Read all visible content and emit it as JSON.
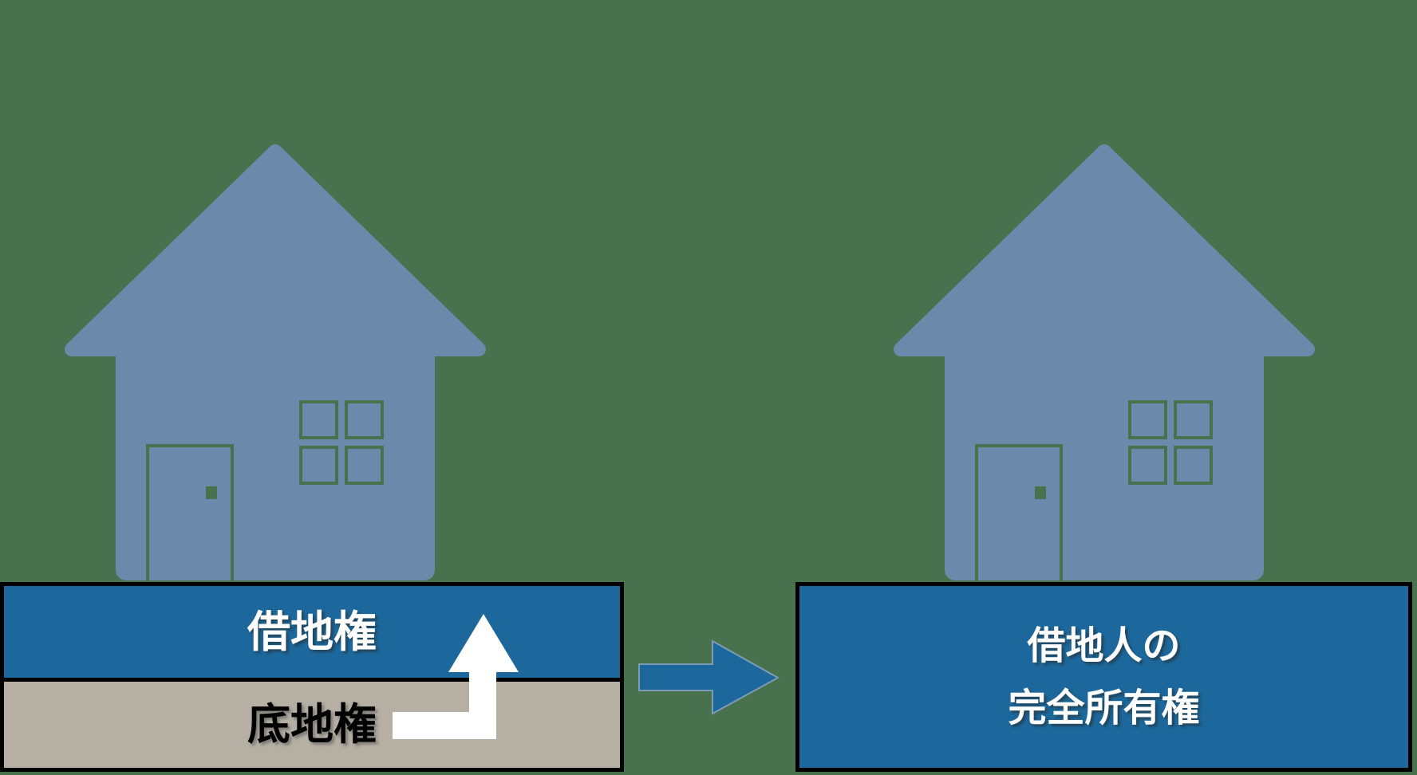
{
  "diagram": {
    "description_labels": {
      "leasehold_right": "借地権",
      "landowner_right": "底地権",
      "ownership_line1": "借地人の",
      "ownership_line2": "完全所有権"
    }
  },
  "left_stack": {
    "top_box": {
      "label": "借地権",
      "fill": "#1C689C",
      "text_color": "#FFFFFF"
    },
    "bottom_box": {
      "label": "底地権",
      "fill": "#B6AFA4",
      "text_color": "#000000"
    }
  },
  "right_box": {
    "line1": "借地人の",
    "line2": "完全所有権",
    "fill": "#1C689C",
    "text_color": "#FFFFFF"
  },
  "icons": {
    "house_icon": "house silhouette with door and four-pane window",
    "up_arrow_icon": "white bent arrow from bottom layer pointing up",
    "right_arrow_icon": "blue arrow pointing right"
  },
  "colors": {
    "background": "#48714E",
    "house": "#6C88AA",
    "house_cutout": "#48714E",
    "box_blue": "#1C689C",
    "box_tan": "#B6AFA4",
    "border": "#000000",
    "up_arrow": "#FFFFFF",
    "right_arrow": "#1C689C",
    "right_arrow_outline": "#7E9BB5"
  }
}
